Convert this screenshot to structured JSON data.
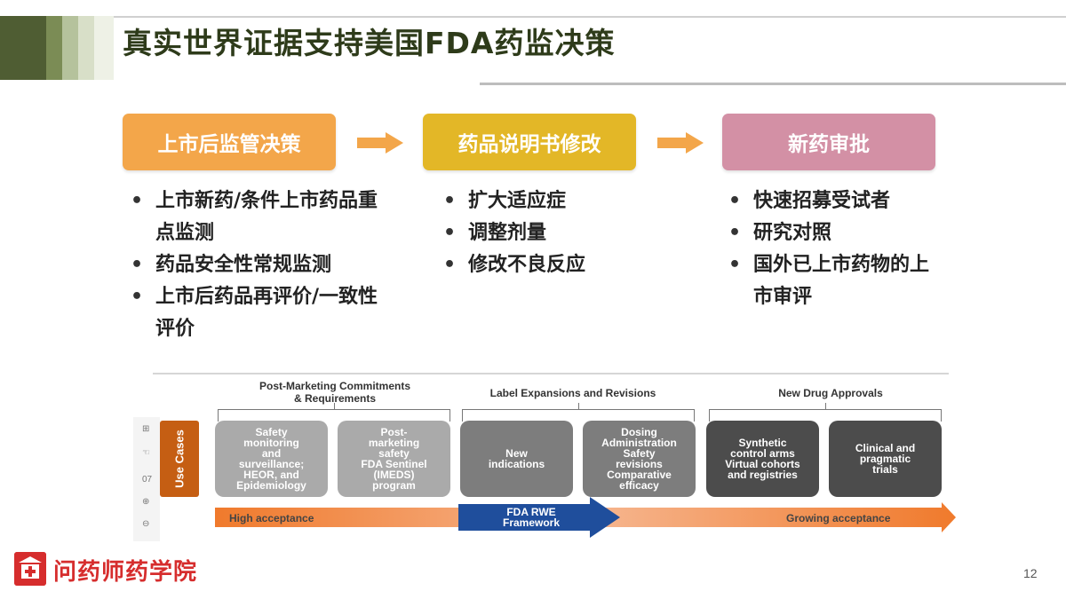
{
  "header": {
    "title": "真实世界证据支持美国FDA药监决策"
  },
  "categories": [
    {
      "label": "上市后监管决策",
      "color": "#f3a64a"
    },
    {
      "label": "药品说明书修改",
      "color": "#e3b727"
    },
    {
      "label": "新药审批",
      "color": "#d390a5"
    }
  ],
  "bullets": {
    "col1": [
      "上市新药/条件上市药品重点监测",
      "药品安全性常规监测",
      "上市后药品再评价/一致性评价"
    ],
    "col2": [
      "扩大适应症",
      "调整剂量",
      "修改不良反应"
    ],
    "col3": [
      "快速招募受试者",
      "研究对照",
      "国外已上市药物的上市审评"
    ]
  },
  "figure": {
    "groups": [
      "Post-Marketing Commitments\n& Requirements",
      "Label Expansions and Revisions",
      "New Drug Approvals"
    ],
    "use_cases_label": "Use Cases",
    "tools_number": "07",
    "use_cases": [
      "Safety\nmonitoring\nand\nsurveillance;\nHEOR, and\nEpidemiology",
      "Post-\nmarketing\nsafety\nFDA Sentinel\n(IMEDS)\nprogram",
      "New\nindications",
      "Dosing\nAdministration\nSafety\nrevisions\nComparative\nefficacy",
      "Synthetic\ncontrol arms\nVirtual cohorts\nand registries",
      "Clinical and\npragmatic\ntrials"
    ],
    "band": {
      "left": "High acceptance",
      "middle": "FDA RWE\nFramework",
      "right": "Growing acceptance"
    }
  },
  "footer": {
    "org_name": "问药师药学院",
    "page_number": "12"
  },
  "colors": {
    "header_dark_green": "#4f5d33",
    "title_text": "#2e3b1a",
    "arrow_orange": "#f3a64a",
    "use_case_orange": "#c55e13",
    "band_blue": "#1f4e9c",
    "logo_red": "#d62d2d"
  }
}
